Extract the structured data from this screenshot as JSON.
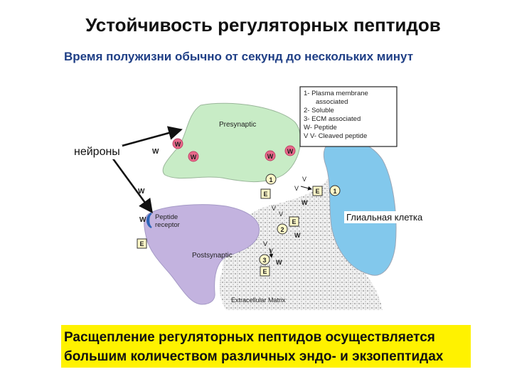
{
  "title": "Устойчивость регуляторных пептидов",
  "subtitle": "Время полужизни обычно от секунд до нескольких минут",
  "legend": [
    "1- Plasma membrane",
    "associated",
    "2- Soluble",
    "3- ECM associated",
    "W- Peptide",
    "V V- Cleaved peptide"
  ],
  "regions": {
    "presynaptic": "Presynaptic",
    "postsynaptic": "Postsynaptic",
    "ecm": "Extracellular Matrix",
    "receptor_line1": "Peptide",
    "receptor_line2": "receptor"
  },
  "markers": {
    "peptide": "W",
    "cleaved": "V",
    "enzyme": "E",
    "num1": "1",
    "num2": "2",
    "num3": "3"
  },
  "labels": {
    "neurons": "нейроны",
    "glial": "Глиальная клетка"
  },
  "bottom": {
    "line1": "Расщепление регуляторных пептидов осуществляется",
    "line2": "большим количеством различных эндо- и экзопептидах"
  },
  "colors": {
    "presynaptic": "#c8ecc6",
    "postsynaptic": "#c3b3df",
    "glial": "#82c8ec",
    "peptide_dot": "#e8688a",
    "highlight": "#fff200",
    "subtitle": "#1f3f86"
  }
}
